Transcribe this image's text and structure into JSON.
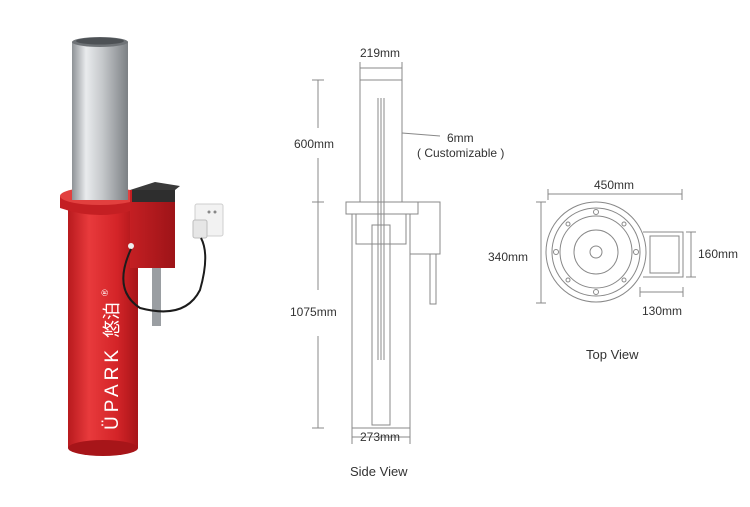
{
  "product": {
    "brand_latin": "ÜPARK",
    "brand_cn": "悠泊",
    "registered_mark": "®",
    "body_color": "#d9262a",
    "steel_color": "#c9ccd0"
  },
  "side_view": {
    "caption": "Side View",
    "dims": {
      "top_width": "219mm",
      "rise_height": "600mm",
      "wall_thickness": "6mm",
      "wall_note": "( Customizable )",
      "body_height": "1075mm",
      "base_width": "273mm"
    }
  },
  "top_view": {
    "caption": "Top View",
    "dims": {
      "width": "450mm",
      "depth": "340mm",
      "box_height": "160mm",
      "box_width": "130mm"
    }
  }
}
